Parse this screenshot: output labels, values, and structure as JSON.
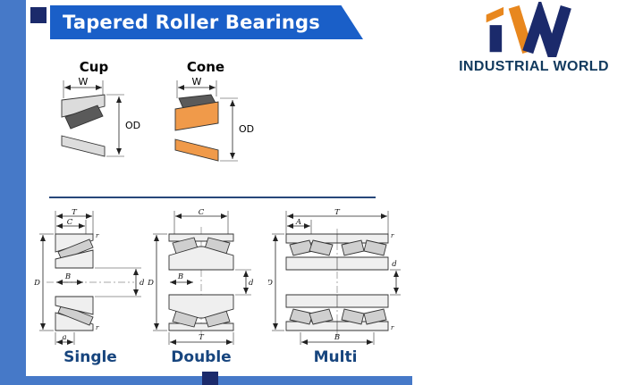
{
  "header": {
    "title": "Tapered Roller Bearings"
  },
  "brand": {
    "name": "INDUSTRIAL WORLD"
  },
  "top_figures": {
    "cup": {
      "label": "Cup",
      "dim_width": "W",
      "dim_od": "OD"
    },
    "cone": {
      "label": "Cone",
      "dim_width": "W",
      "dim_od": "OD"
    }
  },
  "bearing_figures": [
    {
      "label": "Single",
      "dims": {
        "T": "T",
        "C": "C",
        "B": "B",
        "d": "d",
        "D": "D",
        "a": "a",
        "r1": "r",
        "r2": "r"
      }
    },
    {
      "label": "Double",
      "dims": {
        "C": "C",
        "B": "B",
        "d": "d",
        "D": "D",
        "T": "T"
      }
    },
    {
      "label": "Multi",
      "dims": {
        "T": "T",
        "A": "A",
        "d": "d",
        "D": "D",
        "B": "B",
        "r1": "r",
        "r2": "r"
      }
    }
  ],
  "colors": {
    "banner_blue": "#1a5fc8",
    "strip_blue": "#4679c8",
    "navy_square": "#1b2a6b",
    "brand_navy": "#123a5e",
    "brand_orange": "#e8871e",
    "cone_orange": "#f09a4a",
    "label_navy": "#17457e"
  }
}
